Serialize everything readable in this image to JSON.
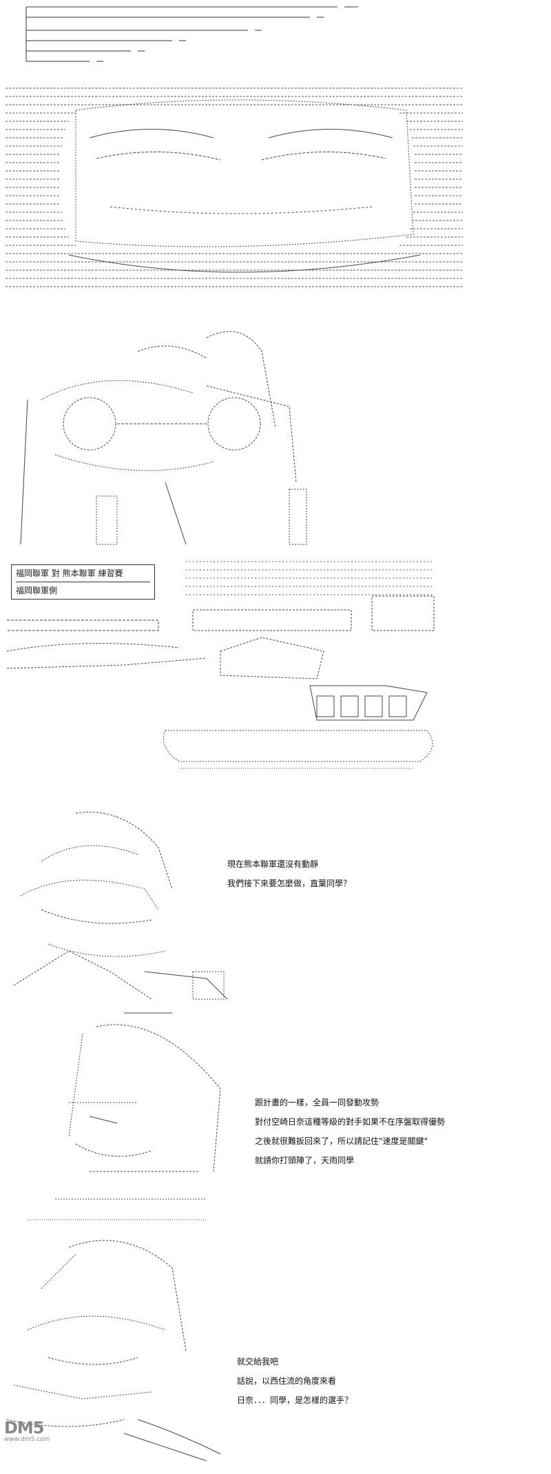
{
  "caption": {
    "title": "福岡聯軍 對 熊本聯軍 練習賽",
    "side": "福岡聯軍側"
  },
  "dialogues": [
    {
      "id": "d1",
      "lines": [
        "現在熊本聯軍還沒有動靜",
        "我們接下來要怎麼做，直葉同學？"
      ]
    },
    {
      "id": "d2",
      "lines": [
        "跟計畫的一樣，全員一同發動攻勢",
        "對付空崎日奈這種等級的對手如果不在序盤取得優勢",
        "之後就很難扳回來了，所以請記住\"速度是關鍵\"",
        "就請你打頭陣了，天雨同學"
      ]
    },
    {
      "id": "d3",
      "lines": [
        "就交給我吧",
        "話說，以西住流的角度來看",
        "日奈．．．同學，是怎樣的選手？"
      ]
    }
  ],
  "watermark": {
    "logo": "DM5",
    "sub": "www.dm5.com"
  },
  "colors": {
    "ink": "#333333",
    "paper": "#ffffff"
  }
}
